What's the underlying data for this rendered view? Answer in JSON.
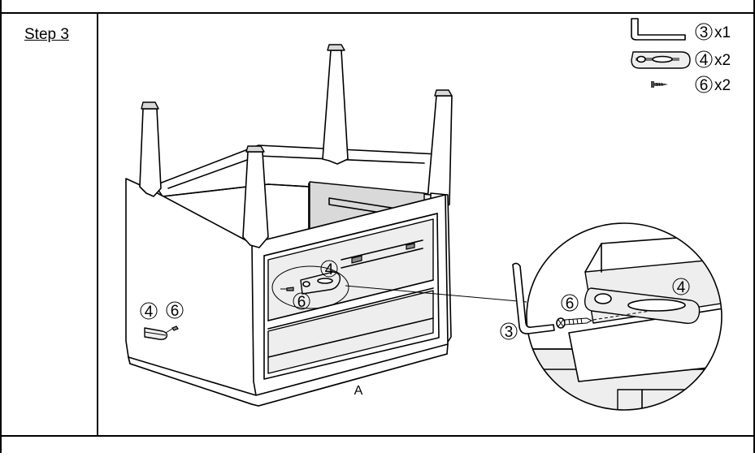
{
  "step": {
    "label": "Step 3"
  },
  "parts_list": [
    {
      "part_number": "3",
      "quantity": "x1",
      "icon": "allen-key-icon"
    },
    {
      "part_number": "4",
      "quantity": "x2",
      "icon": "bracket-icon"
    },
    {
      "part_number": "6",
      "quantity": "x2",
      "icon": "screw-icon"
    }
  ],
  "callouts": {
    "bracket": "4",
    "screw": "6",
    "tool": "3",
    "side_bracket": "4",
    "side_screw": "6"
  },
  "view_label": "A"
}
